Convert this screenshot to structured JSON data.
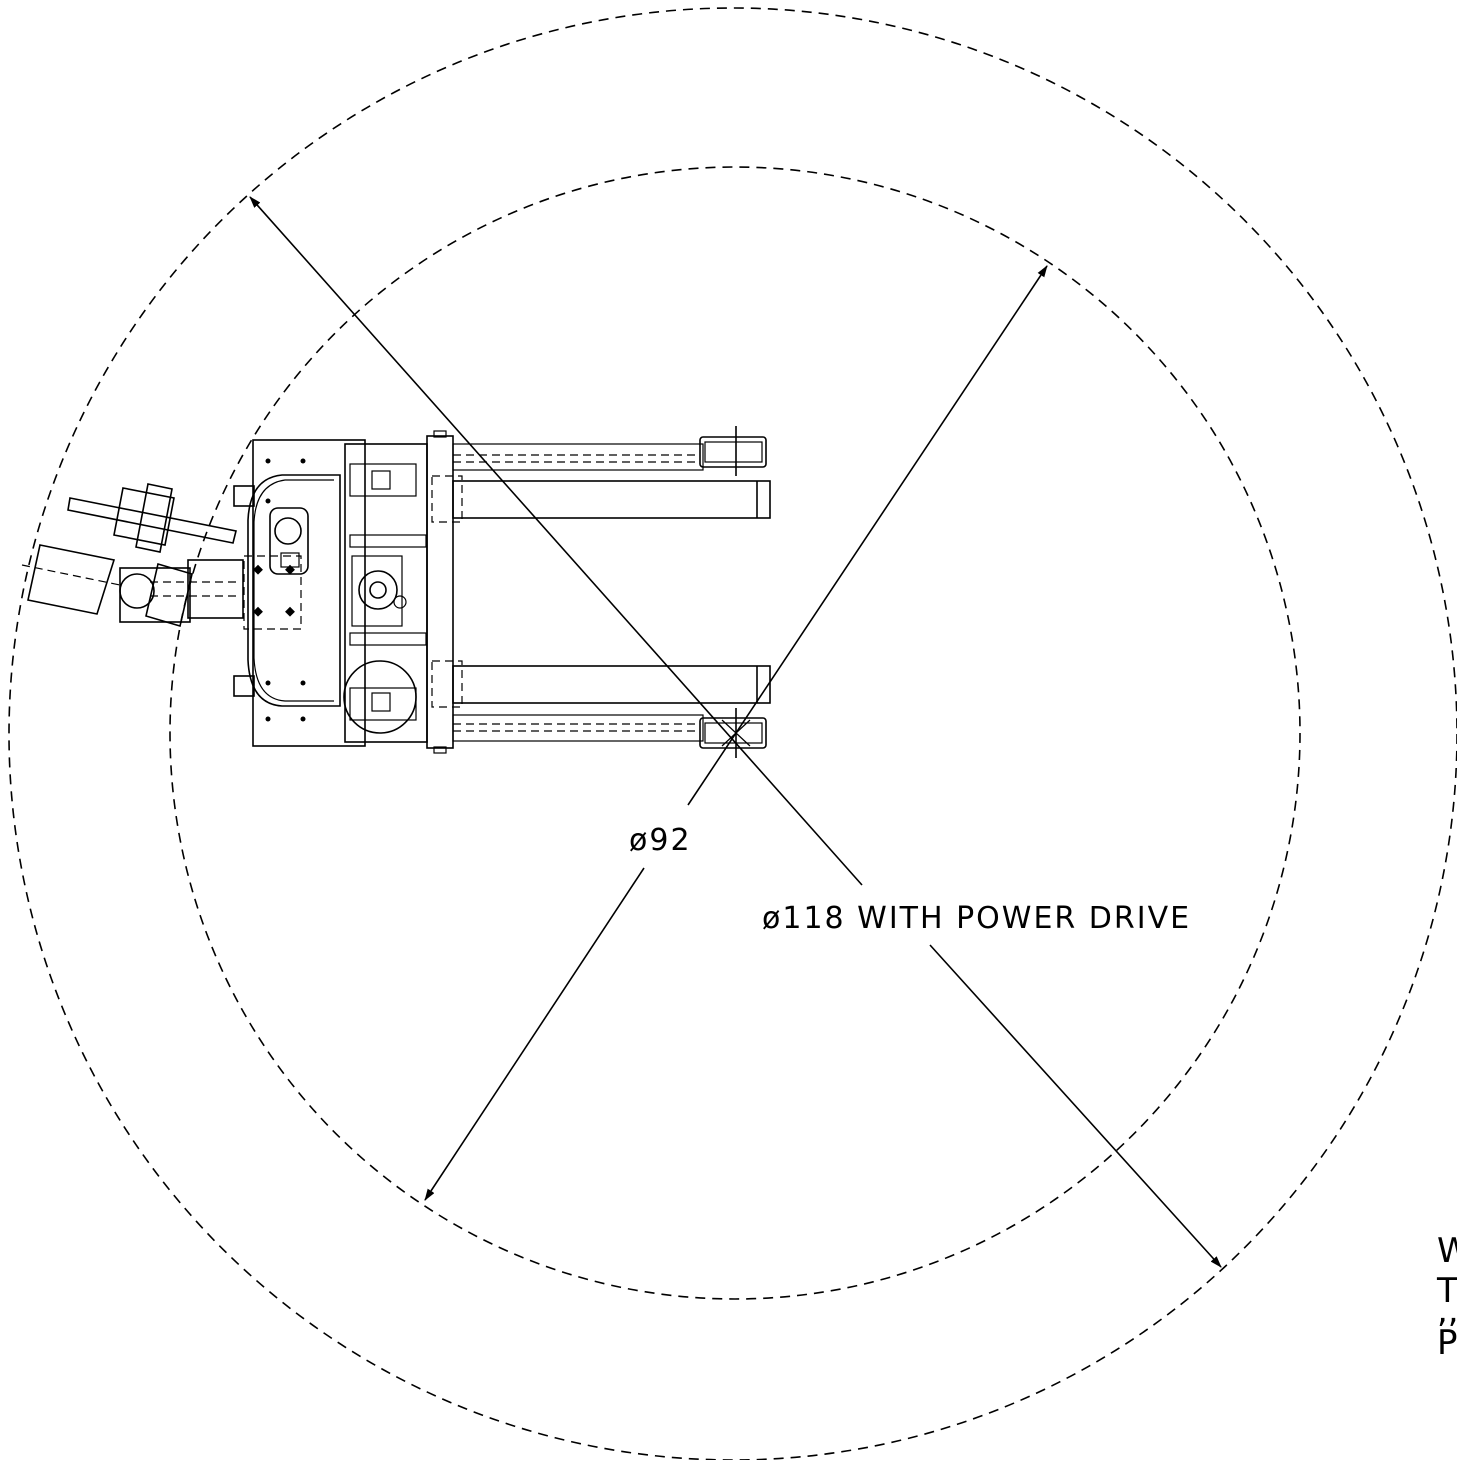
{
  "title": "",
  "dimensions": {
    "inner_label": "ø92",
    "outer_label": "ø118 WITH POWER DRIVE"
  },
  "edge_text": {
    "line1": "W",
    "line2": "T",
    "line3": ",,",
    "line4": "P"
  }
}
